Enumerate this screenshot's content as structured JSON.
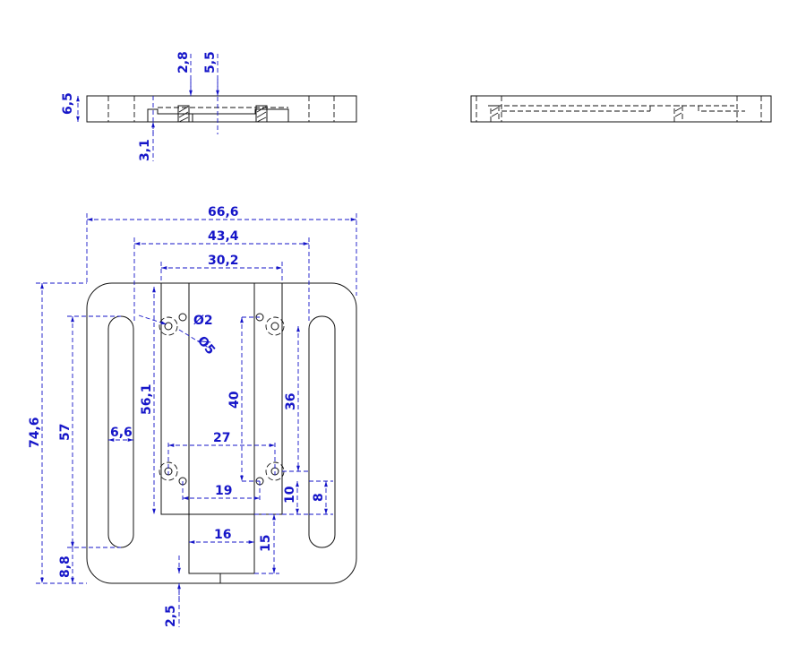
{
  "drawing": {
    "dimensions": {
      "side_height": "6,5",
      "side_slot_depth": "2,8",
      "side_pocket_depth": "5,5",
      "side_step": "3,1",
      "overall_width": "66,6",
      "outer_slot_span": "43,4",
      "inner_rail_span": "30,2",
      "hole_dia": "Ø2",
      "counterbore_dia": "Ø5",
      "rail_hole_span": "56,1",
      "hole_pitch_v": "40",
      "slot_length": "57",
      "slot_width": "6,6",
      "overall_height": "74,6",
      "hole_pitch_h": "27",
      "offset_right": "36",
      "inner_hole_span": "19",
      "bottom_offset_10": "10",
      "bottom_offset_8": "8",
      "tab_width": "16",
      "tab_height": "15",
      "bottom_margin": "8,8",
      "tab_offset": "2,5"
    }
  }
}
